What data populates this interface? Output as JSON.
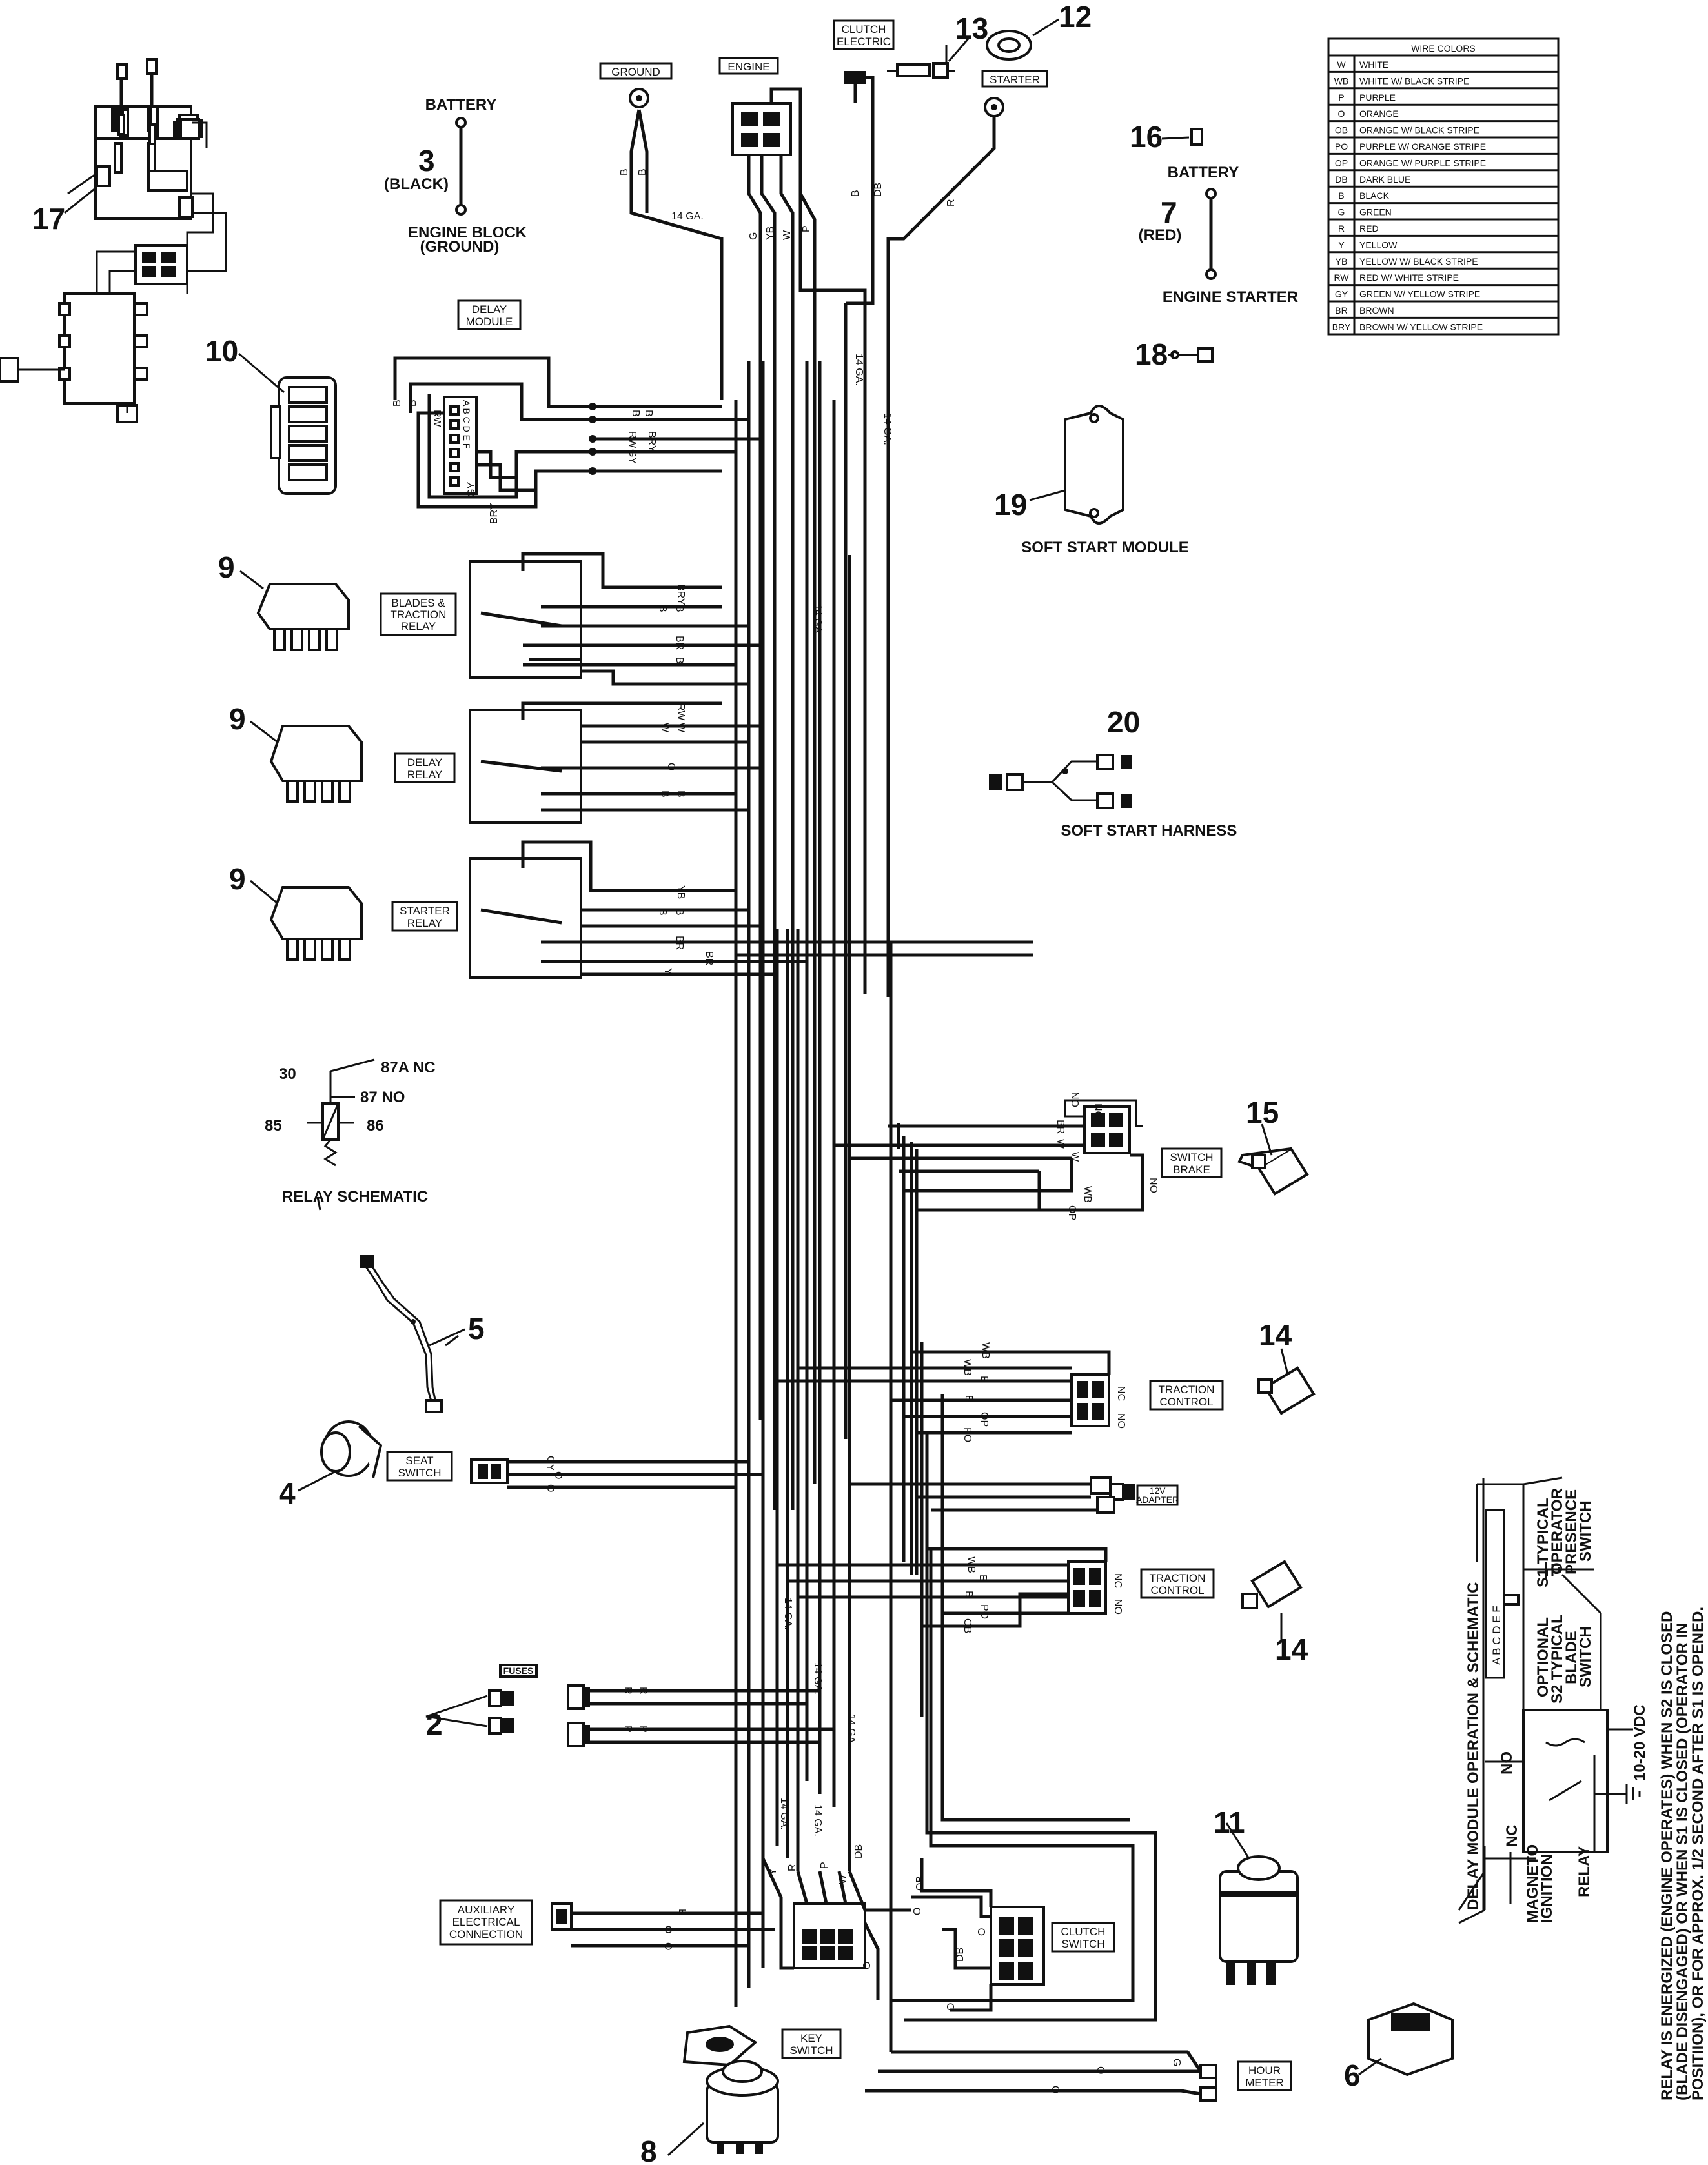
{
  "wire_colors": {
    "title": "WIRE COLORS",
    "rows": [
      {
        "code": "W",
        "name": "WHITE"
      },
      {
        "code": "WB",
        "name": "WHITE W/ BLACK STRIPE"
      },
      {
        "code": "P",
        "name": "PURPLE"
      },
      {
        "code": "O",
        "name": "ORANGE"
      },
      {
        "code": "OB",
        "name": "ORANGE W/ BLACK STRIPE"
      },
      {
        "code": "PO",
        "name": "PURPLE W/ ORANGE STRIPE"
      },
      {
        "code": "OP",
        "name": "ORANGE W/ PURPLE STRIPE"
      },
      {
        "code": "DB",
        "name": "DARK BLUE"
      },
      {
        "code": "B",
        "name": "BLACK"
      },
      {
        "code": "G",
        "name": "GREEN"
      },
      {
        "code": "R",
        "name": "RED"
      },
      {
        "code": "Y",
        "name": "YELLOW"
      },
      {
        "code": "YB",
        "name": "YELLOW W/ BLACK STRIPE"
      },
      {
        "code": "RW",
        "name": "RED W/ WHITE STRIPE"
      },
      {
        "code": "GY",
        "name": "GREEN W/ YELLOW STRIPE"
      },
      {
        "code": "BR",
        "name": "BROWN"
      },
      {
        "code": "BRY",
        "name": "BROWN W/ YELLOW STRIPE"
      }
    ]
  },
  "callouts": {
    "n2": "2",
    "n3": "3",
    "n4": "4",
    "n5": "5",
    "n6": "6",
    "n7": "7",
    "n8": "8",
    "n9a": "9",
    "n9b": "9",
    "n9c": "9",
    "n10": "10",
    "n11": "11",
    "n12": "12",
    "n13": "13",
    "n14a": "14",
    "n14b": "14",
    "n15": "15",
    "n16": "16",
    "n17": "17",
    "n18": "18",
    "n19": "19",
    "n20": "20"
  },
  "labels": {
    "battery_black": "BATTERY",
    "black": "(BLACK)",
    "engine_block": "ENGINE BLOCK",
    "ground_paren": "(GROUND)",
    "battery_red": "BATTERY",
    "red": "(RED)",
    "engine_starter": "ENGINE STARTER",
    "ground": "GROUND",
    "engine": "ENGINE",
    "clutch_electric_1": "CLUTCH",
    "clutch_electric_2": "ELECTRIC",
    "starter": "STARTER",
    "delay_module_1": "DELAY",
    "delay_module_2": "MODULE",
    "blades_relay_1": "BLADES &",
    "blades_relay_2": "TRACTION",
    "blades_relay_3": "RELAY",
    "delay_relay_1": "DELAY",
    "delay_relay_2": "RELAY",
    "starter_relay_1": "STARTER",
    "starter_relay_2": "RELAY",
    "soft_start_module": "SOFT START MODULE",
    "soft_start_harness": "SOFT START HARNESS",
    "relay_schematic": "RELAY SCHEMATIC",
    "rs_30": "30",
    "rs_87a": "87A  NC",
    "rs_87": "87  NO",
    "rs_85": "85",
    "rs_86": "86",
    "switch_brake_1": "SWITCH",
    "switch_brake_2": "BRAKE",
    "traction_control_1a": "TRACTION",
    "traction_control_1b": "CONTROL",
    "traction_control_2a": "TRACTION",
    "traction_control_2b": "CONTROL",
    "adapter_12v_1": "12V",
    "adapter_12v_2": "ADAPTER",
    "seat_switch_1": "SEAT",
    "seat_switch_2": "SWITCH",
    "fuses": "FUSES",
    "aux_1": "AUXILIARY",
    "aux_2": "ELECTRICAL",
    "aux_3": "CONNECTION",
    "clutch_switch_1": "CLUTCH",
    "clutch_switch_2": "SWITCH",
    "key_switch_1": "KEY",
    "key_switch_2": "SWITCH",
    "hour_meter_1": "HOUR",
    "hour_meter_2": "METER",
    "gauge_14": "14 GA.",
    "connector_letters": "A B C D E F"
  },
  "delay_module_schematic": {
    "title": "DELAY MODULE OPERATION & SCHEMATIC",
    "letters": "A B C D E F",
    "s1_1": "S1 TYPICAL",
    "s1_2": "OPERATOR",
    "s1_3": "PRESENCE",
    "s1_4": "SWITCH",
    "s2_1": "OPTIONAL",
    "s2_2": "S2 TYPICAL",
    "s2_3": "BLADE",
    "s2_4": "SWITCH",
    "vdc": "10-20 VDC",
    "no": "NO",
    "nc": "NC",
    "magneto_1": "MAGNETO",
    "magneto_2": "IGNITION",
    "relay": "RELAY",
    "note_1": "RELAY IS ENERGIZED (ENGINE OPERATES) WHEN S2 IS CLOSED",
    "note_2": "(BLADE DISENGAGED) OR WHEN S1 IS CLOSED (OPERATOR IN",
    "note_3": "POSITIION), OR FOR APPROX. 1/2 SECOND AFTER S1 IS OPENED."
  },
  "wire_tags": {
    "g_b1": "B",
    "g_b2": "B",
    "e_g": "G",
    "e_yb": "YB",
    "e_w": "W",
    "e_p": "P",
    "c_db": "DB",
    "c_b": "B",
    "s_r": "R",
    "dm_b1": "B",
    "dm_b2": "B",
    "dm_rw": "RW",
    "dm_gy": "GY",
    "dm_bry": "BRY",
    "dm_rw2": "RW",
    "dm_b3": "B",
    "dm_b4": "B",
    "dm_gy2": "GY",
    "dm_bry2": "BRY",
    "br1_bry": "BRY",
    "br1_b1": "B",
    "br1_b2": "B",
    "br1_br": "BR",
    "br1_b3": "B",
    "dr_rw": "RW",
    "dr_w1": "W",
    "dr_w2": "W",
    "dr_o": "O",
    "dr_b1": "B",
    "dr_b2": "B",
    "sr_yb": "YB",
    "sr_b1": "B",
    "sr_b2": "B",
    "sr_br": "BR",
    "sr_br2": "BR",
    "sr_y": "Y",
    "sb_no1": "NO",
    "sb_br": "BR",
    "sb_w1": "W",
    "sb_w2": "W",
    "sb_nc": "NC",
    "sb_no2": "NO",
    "sb_wb": "WB",
    "sb_op": "OP",
    "tc1_wb1": "WB",
    "tc1_wb2": "WB",
    "tc1_b1": "B",
    "tc1_b2": "B",
    "tc1_op": "OP",
    "tc1_po": "PO",
    "tc1_nc": "NC",
    "tc1_no": "NO",
    "tc2_wb": "WB",
    "tc2_b1": "B",
    "tc2_b2": "B",
    "tc2_po": "PO",
    "tc2_ob": "OB",
    "tc2_nc": "NC",
    "tc2_no": "NO",
    "ss_gy": "GY",
    "ss_o1": "O",
    "ss_o2": "O",
    "f_r1": "R",
    "f_r2": "R",
    "f_p1": "P",
    "f_p2": "P",
    "ax_b": "B",
    "ax_o1": "O",
    "ax_o2": "O",
    "k_y": "Y",
    "k_r": "R",
    "k_p": "P",
    "k_w": "W",
    "k_db": "DB",
    "k_o": "O",
    "cs_ob": "OB",
    "cs_o1": "O",
    "cs_o2": "O",
    "cs_db": "DB",
    "cs_o3": "O",
    "hm_g": "G",
    "hm_o1": "O",
    "hm_o2": "O"
  }
}
